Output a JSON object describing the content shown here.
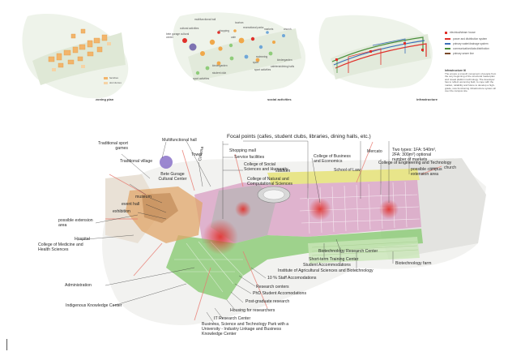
{
  "panels": {
    "zoning": {
      "caption": "zoning plan",
      "legend": [
        "faculties",
        "dormitories"
      ]
    },
    "social": {
      "caption": "social activities",
      "labels": [
        "multifunctional hall",
        "cultural activities",
        "bete gurage cultural center",
        "shopping",
        "tourism",
        "recreational parks",
        "markets",
        "church",
        "cafe",
        "sport activities",
        "kindergarden",
        "student club",
        "sport",
        "swimming",
        "kindergarden",
        "cafeteria/dining halls",
        "sport activities"
      ]
    },
    "infrastructure": {
      "caption": "infrastructure",
      "legend": [
        "electrical/steam house",
        "power and distribution system",
        "primary water/drainage system",
        "communication/data distribution",
        "primary sewer line"
      ],
      "note_title": "Infrastructure Itl",
      "note_body": "The ensure a smooth movement of people from the very beginning of the structural masterplan and reveal platform technology. The developer has to reflect upcoming field, to cope with the market, reliability and future to develop a high-grade, new functioning infrastructure system all over the campus site."
    }
  },
  "focal_title": "Focal points (cafes, student clubs, libraries, dining halls, etc.)",
  "labels_left": {
    "sport": "Traditional sport games",
    "multi": "Multifunctional hall",
    "tower": "Tower",
    "village": "Traditional village",
    "bete": "Bete Gurage Cultural Center",
    "cinema": "Cinema",
    "museum": "museum",
    "event": "event hall",
    "exhibition": "exhibition",
    "possible": "possible extension area",
    "hospital": "Hospital",
    "medicine": "College of Medicine and Health Sciences",
    "admin": "Administration",
    "indigenous": "Indigenous Knowledge Center"
  },
  "labels_top": {
    "mall": "Shopping mall",
    "service": "Service facilities",
    "social": "College of Social Sciences and Humanity",
    "natural": "College of Natural and Computational Sciences",
    "stadium": "stadium",
    "business": "College of Business and Economics",
    "law": "School of Law",
    "mercato": "Mercato",
    "twotypes": "Two types: 1FA: 540m², 2FA: 300m²) optional number of markets",
    "engineering": "College of Engineering and Technology",
    "campus_ext": "possible campus extension area",
    "church": "church"
  },
  "labels_bottom": {
    "biotech_center": "Biotechnology Research Center",
    "short": "Short-term Training Center",
    "student_acc": "Student Accommodations",
    "agri": "Institute of Agricultural Sciences and Biotechnology",
    "biotech_farm": "Biotechnology farm",
    "staff": "10 % Staff Accomodations",
    "research": "Research centers",
    "phd": "PhD Student Accomodations",
    "postgrad": "Post-graduate research",
    "housing": "Housing for researchers",
    "it": "IT Research Center",
    "park": "Business, Science and Technology Park with a University - Industry Linkage and Business Knowledge Center"
  },
  "colors": {
    "pink": "#d9a3c6",
    "green": "#8fcc7a",
    "yellow": "#e8e58a",
    "orange": "#e8a14a",
    "red": "#e0302a",
    "grey": "#9a9a9a"
  }
}
